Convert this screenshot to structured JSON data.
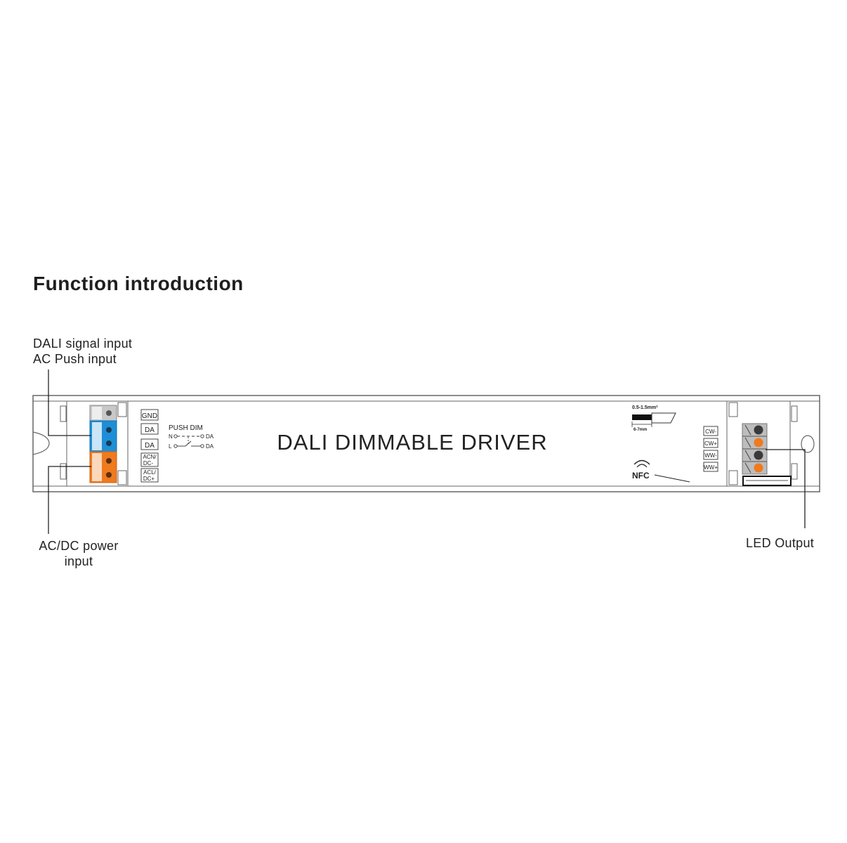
{
  "heading": "Function introduction",
  "callouts": {
    "dali_line1": "DALI signal input",
    "dali_line2": "AC Push input",
    "power_line1": "AC/DC power",
    "power_line2": "input",
    "led_output": "LED Output"
  },
  "driver": {
    "title": "DALI DIMMABLE DRIVER",
    "input_labels": [
      "GND",
      "DA",
      "DA",
      "ACN/",
      "DC-",
      "ACL/",
      "DC+"
    ],
    "push_dim": {
      "title": "PUSH DIM",
      "row1_left": "N",
      "row1_right": "DA",
      "row2_left": "L",
      "row2_right": "DA"
    },
    "wire_spec": {
      "cross_section": "0.5-1.5mm²",
      "strip_length": "6-7mm"
    },
    "output_labels": [
      "CW-",
      "CW+",
      "WW-",
      "WW+"
    ],
    "nfc_label": "NFC"
  },
  "colors": {
    "blue_terminal": "#1e8fd6",
    "orange_terminal": "#f07a1e",
    "gray_terminal": "#c8c8c8",
    "outline": "#555555"
  }
}
